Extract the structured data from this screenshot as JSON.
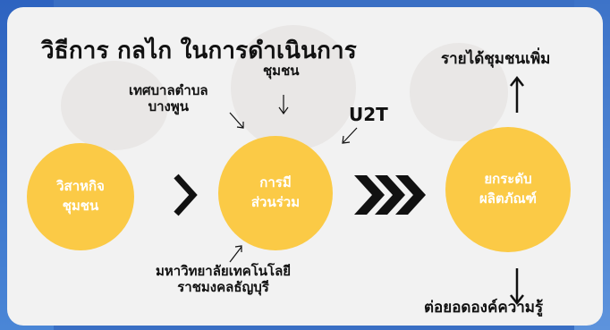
{
  "title": "วิธีการ กลไก ในการดำเนินการ",
  "nodes": {
    "left": {
      "line1": "วิสาหกิจ",
      "line2": "ชุมชน"
    },
    "center": {
      "line1": "การมี",
      "line2": "ส่วนร่วม"
    },
    "right": {
      "line1": "ยกระดับ",
      "line2": "ผลิตภัณฑ์"
    }
  },
  "labels": {
    "municipal": {
      "line1": "เทศบาลตำบล",
      "line2": "บางพูน"
    },
    "community": "ชุมชน",
    "u2t": "U2T",
    "university": {
      "line1": "มหาวิทยาลัยเทคโนโลยี",
      "line2": "ราชมงคลธัญบุรี"
    },
    "income": "รายได้ชุมชนเพิ่ม",
    "knowledge": "ต่อยอดองค์ความรู้"
  },
  "colors": {
    "node_fill": "#fbca46",
    "card_bg": "#f2f2f2",
    "frame": "#3a6fc4"
  }
}
